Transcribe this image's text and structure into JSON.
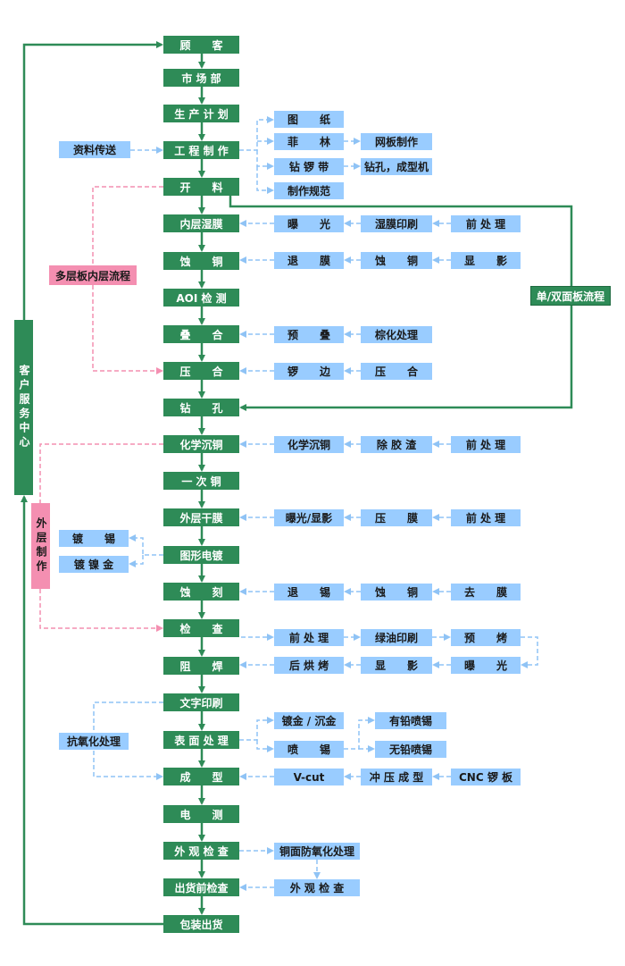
{
  "main_flow": [
    "顾　　客",
    "市 场 部",
    "生 产 计 划",
    "工 程 制 作",
    "开　　料",
    "内层湿膜",
    "蚀　　铜",
    "AOI 检 测",
    "叠　　合",
    "压　　合",
    "钻　　孔",
    "化学沉铜",
    "一 次 铜",
    "外层干膜",
    "图形电镀",
    "蚀　　刻",
    "检　　查",
    "阻　　焊",
    "文字印刷",
    "表 面 处 理",
    "成　　型",
    "电　　测",
    "外 观 检 查",
    "出货前检查",
    "包装出货"
  ],
  "side": {
    "engineering_outputs": [
      "图　　纸",
      "菲　　林",
      "钻 锣 带",
      "制作规范"
    ],
    "net_board": "网板制作",
    "drill_route": "钻孔，成型机",
    "data_transfer": "资料传送",
    "inner_wet": [
      "曝　　光",
      "湿膜印刷",
      "前 处 理"
    ],
    "inner_etch": [
      "退　　膜",
      "蚀　　铜",
      "显　　影"
    ],
    "laminate_stack": [
      "预　　叠",
      "棕化处理"
    ],
    "press": [
      "锣　　边",
      "压　　合"
    ],
    "pth": [
      "化学沉铜",
      "除 胶 渣",
      "前 处 理"
    ],
    "outer_dry": [
      "曝光/显影",
      "压　　膜",
      "前 处 理"
    ],
    "plating_options": [
      "镀　　锡",
      "镀 镍 金"
    ],
    "outer_etch": [
      "退　　锡",
      "蚀　　铜",
      "去　　膜"
    ],
    "solder_mask_top": [
      "前 处 理",
      "绿油印刷",
      "预　　烤"
    ],
    "solder_mask_bottom": [
      "后 烘 烤",
      "显　　影",
      "曝　　光"
    ],
    "surface_options": [
      "镀金 / 沉金",
      "喷　　锡"
    ],
    "hasl_options": [
      "有铅喷锡",
      "无铅喷锡"
    ],
    "anti_oxidation": "抗氧化处理",
    "profile": [
      "V-cut",
      "冲 压 成 型",
      "CNC 锣 板"
    ],
    "visual_sub": [
      "铜面防氧化处理",
      "外 观 检 查"
    ]
  },
  "labels": {
    "multilayer_inner": "多层板内层流程",
    "single_double": "单/双面板流程",
    "customer_service": "客户服务中心",
    "outer_layer": "外层制作"
  },
  "colors": {
    "main_box": "#2e8b57",
    "side_box": "#99ccff",
    "pink_box": "#f48fb1",
    "arrow_green": "#2e8b57",
    "dashed_blue": "#99ccff",
    "dashed_pink": "#f48fb1"
  }
}
